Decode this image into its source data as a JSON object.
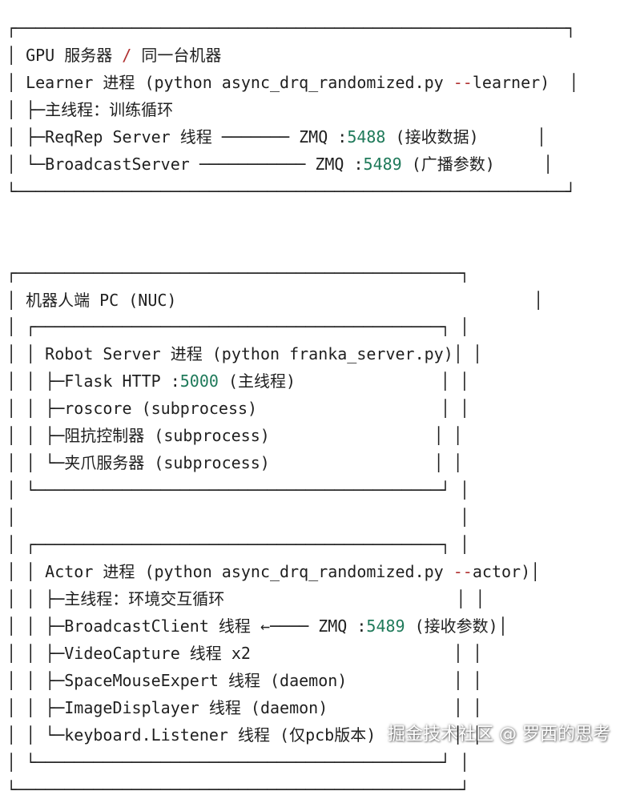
{
  "lines": [
    [
      {
        "t": "┌─────────────────────────────────────────────────────────┐"
      }
    ],
    [
      {
        "t": "│ GPU 服务器 "
      },
      {
        "t": "/",
        "c": "op"
      },
      {
        "t": " 同一台机器                                          │"
      }
    ],
    [
      {
        "t": "│ Learner 进程 (python async_drq_randomized.py "
      },
      {
        "t": "--",
        "c": "op"
      },
      {
        "t": "learner)  │"
      }
    ],
    [
      {
        "t": "│ ├─主线程：训练循环                                                 │"
      }
    ],
    [
      {
        "t": "│ ├─ReqRep Server 线程 ─────── ZMQ :"
      },
      {
        "t": "5488",
        "c": "num"
      },
      {
        "t": " (接收数据)      │"
      }
    ],
    [
      {
        "t": "│ └─BroadcastServer ─────────── ZMQ :"
      },
      {
        "t": "5489",
        "c": "num"
      },
      {
        "t": " (广播参数)     │"
      }
    ],
    [
      {
        "t": "└─────────────────────────────────────────────────────────┘"
      }
    ],
    [
      {
        "t": ""
      }
    ],
    [
      {
        "t": ""
      }
    ],
    [
      {
        "t": "┌──────────────────────────────────────────────┐"
      }
    ],
    [
      {
        "t": "│ 机器人端 PC (NUC)                                     │"
      }
    ],
    [
      {
        "t": "│ ┌──────────────────────────────────────────┐ │"
      }
    ],
    [
      {
        "t": "│ │ Robot Server 进程 (python franka_server.py)│ │"
      }
    ],
    [
      {
        "t": "│ │ ├─Flask HTTP :"
      },
      {
        "t": "5000",
        "c": "num"
      },
      {
        "t": " (主线程)               │ │"
      }
    ],
    [
      {
        "t": "│ │ ├─roscore (subprocess)                   │ │"
      }
    ],
    [
      {
        "t": "│ │ ├─阻抗控制器 (subprocess)                 │ │"
      }
    ],
    [
      {
        "t": "│ │ └─夹爪服务器 (subprocess)                 │ │"
      }
    ],
    [
      {
        "t": "│ └──────────────────────────────────────────┘ │"
      }
    ],
    [
      {
        "t": "│                                              │"
      }
    ],
    [
      {
        "t": "│ ┌──────────────────────────────────────────┐ │"
      }
    ],
    [
      {
        "t": "│ │ Actor 进程 (python async_drq_randomized.py "
      },
      {
        "t": "--",
        "c": "op"
      },
      {
        "t": "actor)│"
      }
    ],
    [
      {
        "t": "│ │ ├─主线程：环境交互循环                        │ │"
      }
    ],
    [
      {
        "t": "│ │ ├─BroadcastClient 线程 ←──── ZMQ :"
      },
      {
        "t": "5489",
        "c": "num"
      },
      {
        "t": " (接收参数)│"
      }
    ],
    [
      {
        "t": "│ │ ├─VideoCapture 线程 x2                     │ │"
      }
    ],
    [
      {
        "t": "│ │ ├─SpaceMouseExpert 线程 (daemon)           │ │"
      }
    ],
    [
      {
        "t": "│ │ ├─ImageDisplayer 线程 (daemon)             │ │"
      }
    ],
    [
      {
        "t": "│ │ └─keyboard.Listener 线程 (仅pcb版本)        │ │"
      }
    ],
    [
      {
        "t": "│ └──────────────────────────────────────────┘ │"
      }
    ],
    [
      {
        "t": "└──────────────────────────────────────────────┘"
      }
    ]
  ],
  "watermark": "掘金技术社区 @ 罗西的思考",
  "colors": {
    "text": "#1f1f1f",
    "number": "#1f7a5a",
    "operator": "#b03030",
    "background": "#ffffff"
  }
}
